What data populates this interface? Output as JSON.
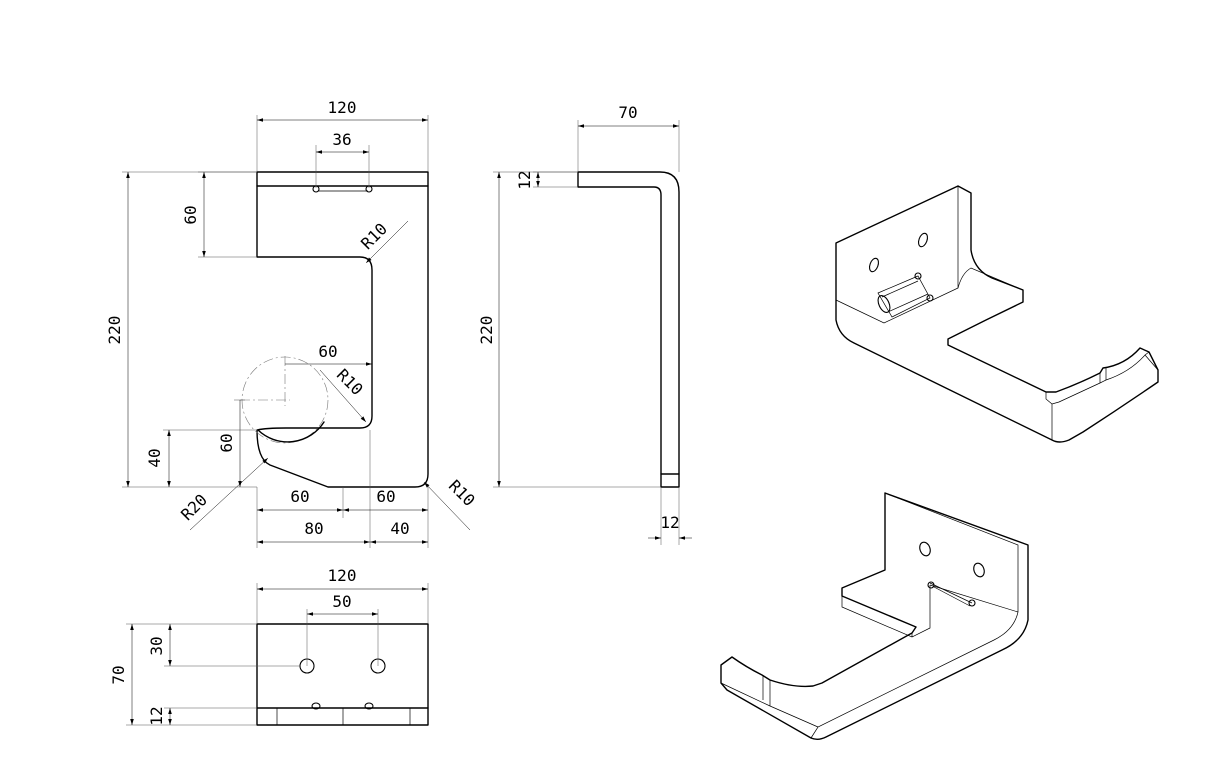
{
  "front_view": {
    "dims": {
      "overall_width": "120",
      "slot_width": "36",
      "top_to_slot": "60",
      "overall_height": "220",
      "radius_slot_top": "R10",
      "center_offset": "60",
      "radius_slot_bottom": "R10",
      "circle_dia": "60",
      "foot_height": "40",
      "radius_corner_left": "R20",
      "bottom_left_60": "60",
      "bottom_right_60": "60",
      "radius_corner_right": "R10",
      "width_80": "80",
      "width_40": "40"
    }
  },
  "side_view": {
    "dims": {
      "depth": "70",
      "thickness_top": "12",
      "height": "220",
      "thickness_bottom": "12"
    }
  },
  "top_view": {
    "dims": {
      "width": "120",
      "hole_spacing": "50",
      "hole_offset": "30",
      "depth": "70",
      "thickness": "12"
    }
  }
}
